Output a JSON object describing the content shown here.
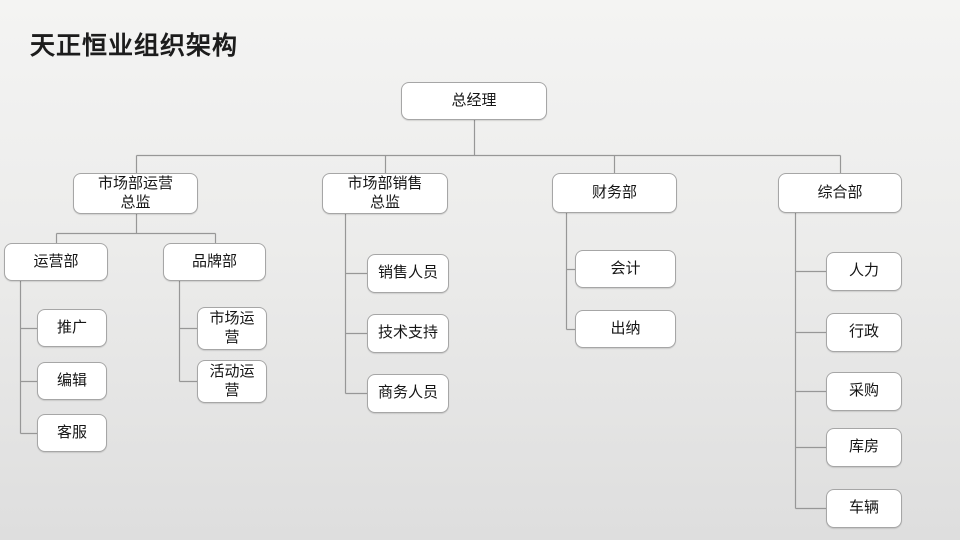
{
  "slide": {
    "title": "天正恒业组织架构",
    "background_top_color": "#f4f4f3",
    "background_bottom_color": "#dedede"
  },
  "org": {
    "node_fill_color": "#ffffff",
    "node_border_color": "#a6a6a6",
    "connector_color": "#979797",
    "nodes": [
      {
        "id": "general-manager",
        "label": "总经理",
        "reports_to": null
      },
      {
        "id": "marketing-ops-director",
        "label": "市场部运营\n总监",
        "reports_to": "general-manager"
      },
      {
        "id": "marketing-sales-director",
        "label": "市场部销售\n总监",
        "reports_to": "general-manager"
      },
      {
        "id": "finance-dept",
        "label": "财务部",
        "reports_to": "general-manager"
      },
      {
        "id": "general-affairs-dept",
        "label": "综合部",
        "reports_to": "general-manager"
      },
      {
        "id": "operations-dept",
        "label": "运营部",
        "reports_to": "marketing-ops-director"
      },
      {
        "id": "brand-dept",
        "label": "品牌部",
        "reports_to": "marketing-ops-director"
      },
      {
        "id": "promotion",
        "label": "推广",
        "reports_to": "operations-dept"
      },
      {
        "id": "editor",
        "label": "编辑",
        "reports_to": "operations-dept"
      },
      {
        "id": "customer-service",
        "label": "客服",
        "reports_to": "operations-dept"
      },
      {
        "id": "market-operations",
        "label": "市场运\n营",
        "reports_to": "brand-dept"
      },
      {
        "id": "event-operations",
        "label": "活动运\n营",
        "reports_to": "brand-dept"
      },
      {
        "id": "sales-staff",
        "label": "销售人员",
        "reports_to": "marketing-sales-director"
      },
      {
        "id": "tech-support",
        "label": "技术支持",
        "reports_to": "marketing-sales-director"
      },
      {
        "id": "business-staff",
        "label": "商务人员",
        "reports_to": "marketing-sales-director"
      },
      {
        "id": "accounting",
        "label": "会计",
        "reports_to": "finance-dept"
      },
      {
        "id": "cashier",
        "label": "出纳",
        "reports_to": "finance-dept"
      },
      {
        "id": "hr",
        "label": "人力",
        "reports_to": "general-affairs-dept"
      },
      {
        "id": "admin",
        "label": "行政",
        "reports_to": "general-affairs-dept"
      },
      {
        "id": "procurement",
        "label": "采购",
        "reports_to": "general-affairs-dept"
      },
      {
        "id": "warehouse",
        "label": "库房",
        "reports_to": "general-affairs-dept"
      },
      {
        "id": "vehicles",
        "label": "车辆",
        "reports_to": "general-affairs-dept"
      }
    ]
  }
}
